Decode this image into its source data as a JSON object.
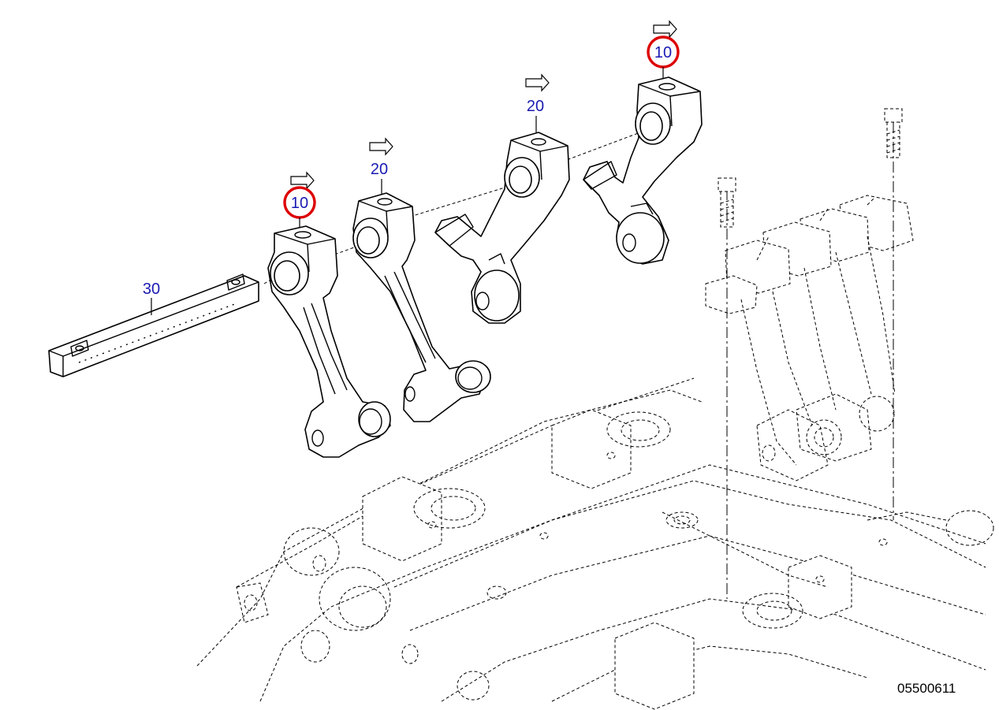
{
  "callouts": {
    "rocker_arm_1": "10",
    "rocker_arm_2": "20",
    "rocker_arm_3": "20",
    "rocker_arm_4": "10",
    "rocker_shaft": "30"
  },
  "reference_number": "05500611",
  "colors": {
    "callout_text": "#1a1ab4",
    "highlight_ring": "#dd0000",
    "line": "#000000",
    "background": "#ffffff"
  },
  "highlighted_callouts": [
    "rocker_arm_1",
    "rocker_arm_4"
  ]
}
